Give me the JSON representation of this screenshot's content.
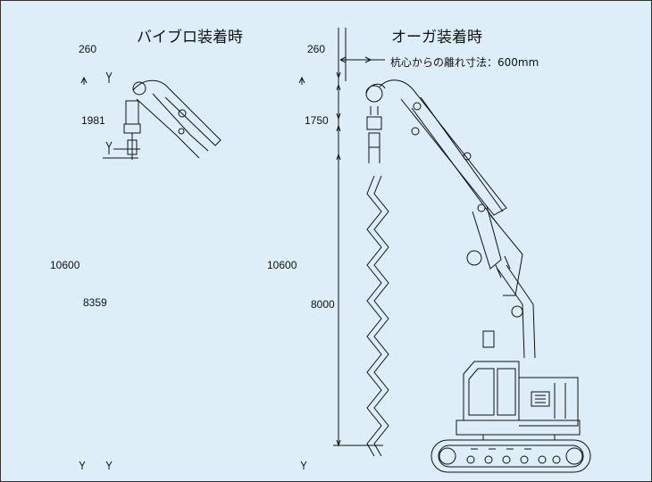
{
  "left_panel": {
    "title": "バイブロ装着時",
    "dim_top": "260",
    "dim_head": "1981",
    "dim_total": "10600",
    "dim_lower": "8359"
  },
  "right_panel": {
    "title": "オーガ装着時",
    "dim_top": "260",
    "dim_head": "1750",
    "dim_total": "10600",
    "dim_auger": "8000",
    "offset_note": "杭心からの離れ寸法：600mm"
  },
  "colors": {
    "background": "#ddeef8",
    "line": "#111111"
  }
}
